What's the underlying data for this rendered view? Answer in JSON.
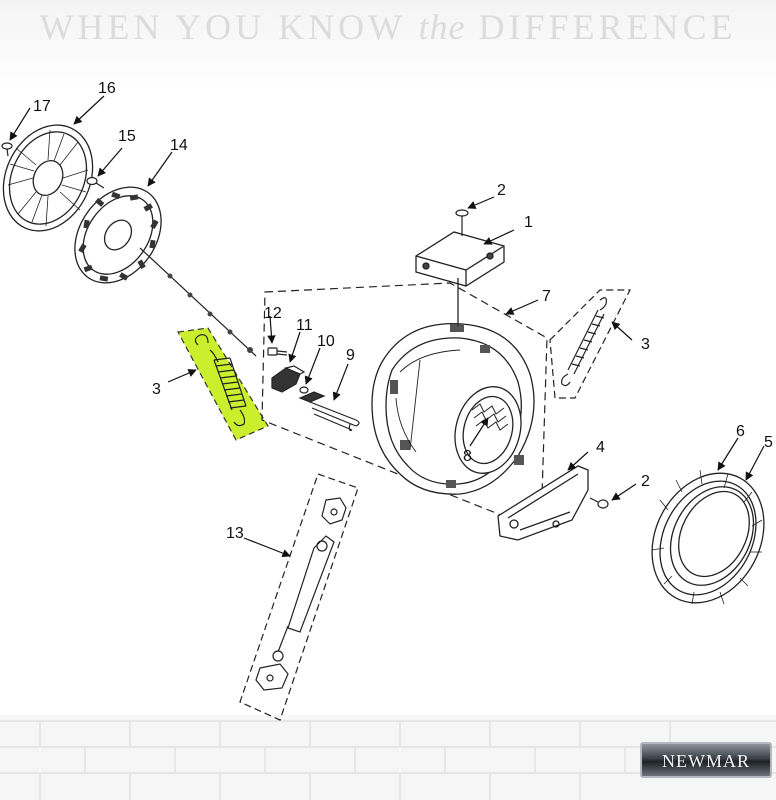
{
  "banner": {
    "part1": "WHEN YOU KNOW ",
    "part2": "the",
    "part3": " DIFFERENCE"
  },
  "logo": {
    "text": "NEWMAR"
  },
  "highlight_color": "#ccef2d",
  "callouts": {
    "c1": "1",
    "c2a": "2",
    "c2b": "2",
    "c3a": "3",
    "c3b": "3",
    "c4": "4",
    "c5": "5",
    "c6": "6",
    "c7": "7",
    "c8": "8",
    "c9": "9",
    "c10": "10",
    "c11": "11",
    "c12": "12",
    "c13": "13",
    "c14": "14",
    "c15": "15",
    "c16": "16",
    "c17": "17"
  }
}
